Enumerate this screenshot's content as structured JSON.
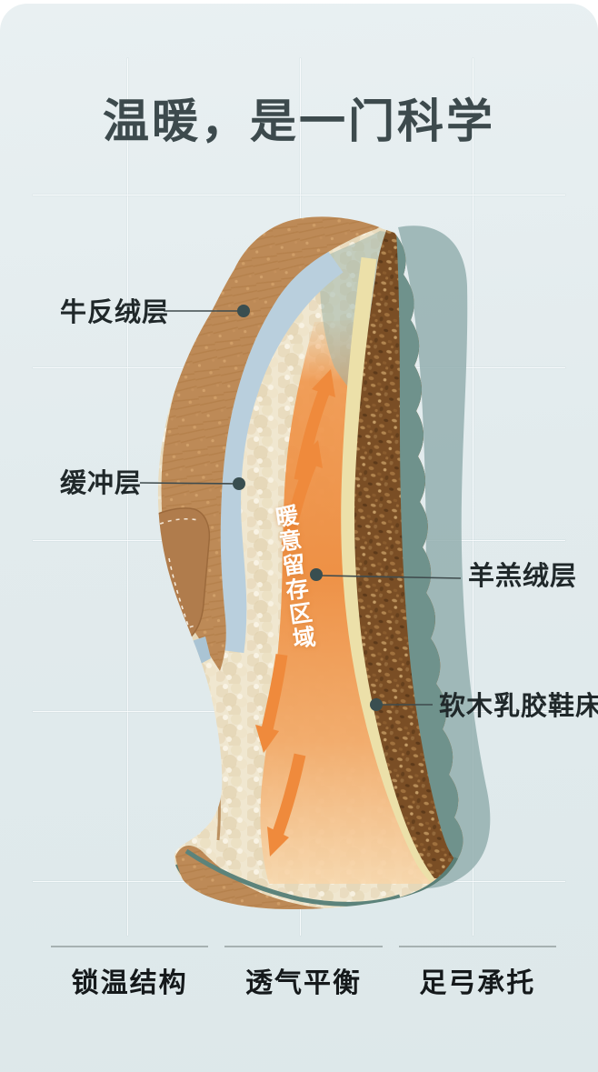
{
  "title": "温暖，是一门科学",
  "shoe": {
    "warm_zone_label": "暖意留存区域",
    "callouts": [
      {
        "label": "牛反绒层"
      },
      {
        "label": "缓冲层"
      },
      {
        "label": "羊羔绒层"
      },
      {
        "label": "软木乳胶鞋床"
      }
    ]
  },
  "features": [
    {
      "label": "锁温结构"
    },
    {
      "label": "透气平衡"
    },
    {
      "label": "足弓承托"
    }
  ],
  "colors": {
    "background": "#e3ecee",
    "title_text": "#3d4a4d",
    "label_text": "#20282a",
    "warm_accent": "#ef8a3c",
    "suede": "#bd8a57",
    "cushion_blue": "#b9cfdd",
    "fleece": "#f0e7d0",
    "latex_yellow": "#ece0a9",
    "cork": "#7a4e25",
    "outsole_teal": "#6f928c",
    "shadow_teal": "#8fabab"
  }
}
